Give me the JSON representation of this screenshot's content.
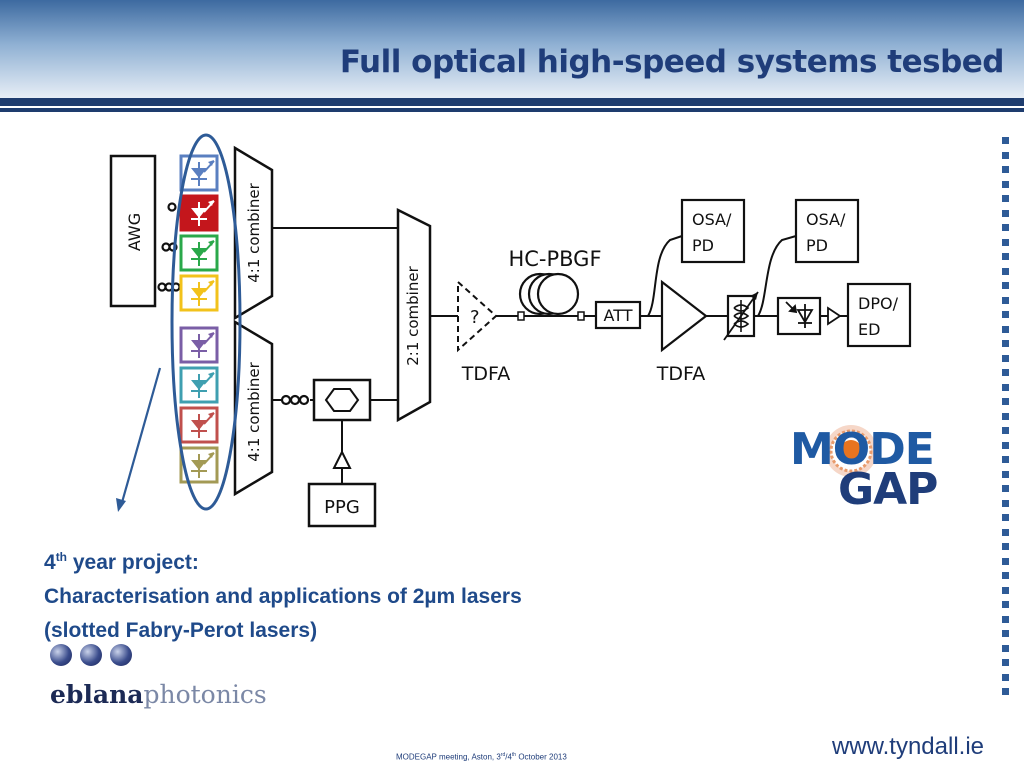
{
  "title": "Full optical high-speed systems tesbed",
  "diagram": {
    "awg": "AWG",
    "combiner_top": "4:1 combiner",
    "combiner_bottom": "4:1 combiner",
    "combiner_main": "2:1 combiner",
    "fiber": "HC-PBGF",
    "unknown_amp": "?",
    "tdfa1": "TDFA",
    "att": "ATT",
    "tdfa2": "TDFA",
    "osa1_line1": "OSA/",
    "osa1_line2": "PD",
    "osa2_line1": "OSA/",
    "osa2_line2": "PD",
    "dpo_line1": "DPO/",
    "dpo_line2": "ED",
    "ppg": "PPG",
    "laser_colors": [
      "#5a7fc0",
      "#c4161c",
      "#2aa84a",
      "#f2c21b",
      "#7a5ea6",
      "#3f9fb0",
      "#c0504d",
      "#a39a55"
    ],
    "highlight_color": "#2e5b97"
  },
  "project": {
    "line1_num": "4",
    "line1_sup": "th",
    "line1_rest": " year project:",
    "line2": "Characterisation and applications of 2µm lasers",
    "line3": "(slotted Fabry-Perot lasers)"
  },
  "logo": {
    "modegap_top": "MODE",
    "modegap_bottom": "GAP",
    "eblana_bold": "eblana",
    "eblana_light": "photonics"
  },
  "footer": {
    "pre": "MODEGAP meeting, Aston, 3",
    "sup1": "rd",
    "mid": "/4",
    "sup2": "th",
    "post": " October 2013"
  },
  "url": "www.tyndall.ie"
}
